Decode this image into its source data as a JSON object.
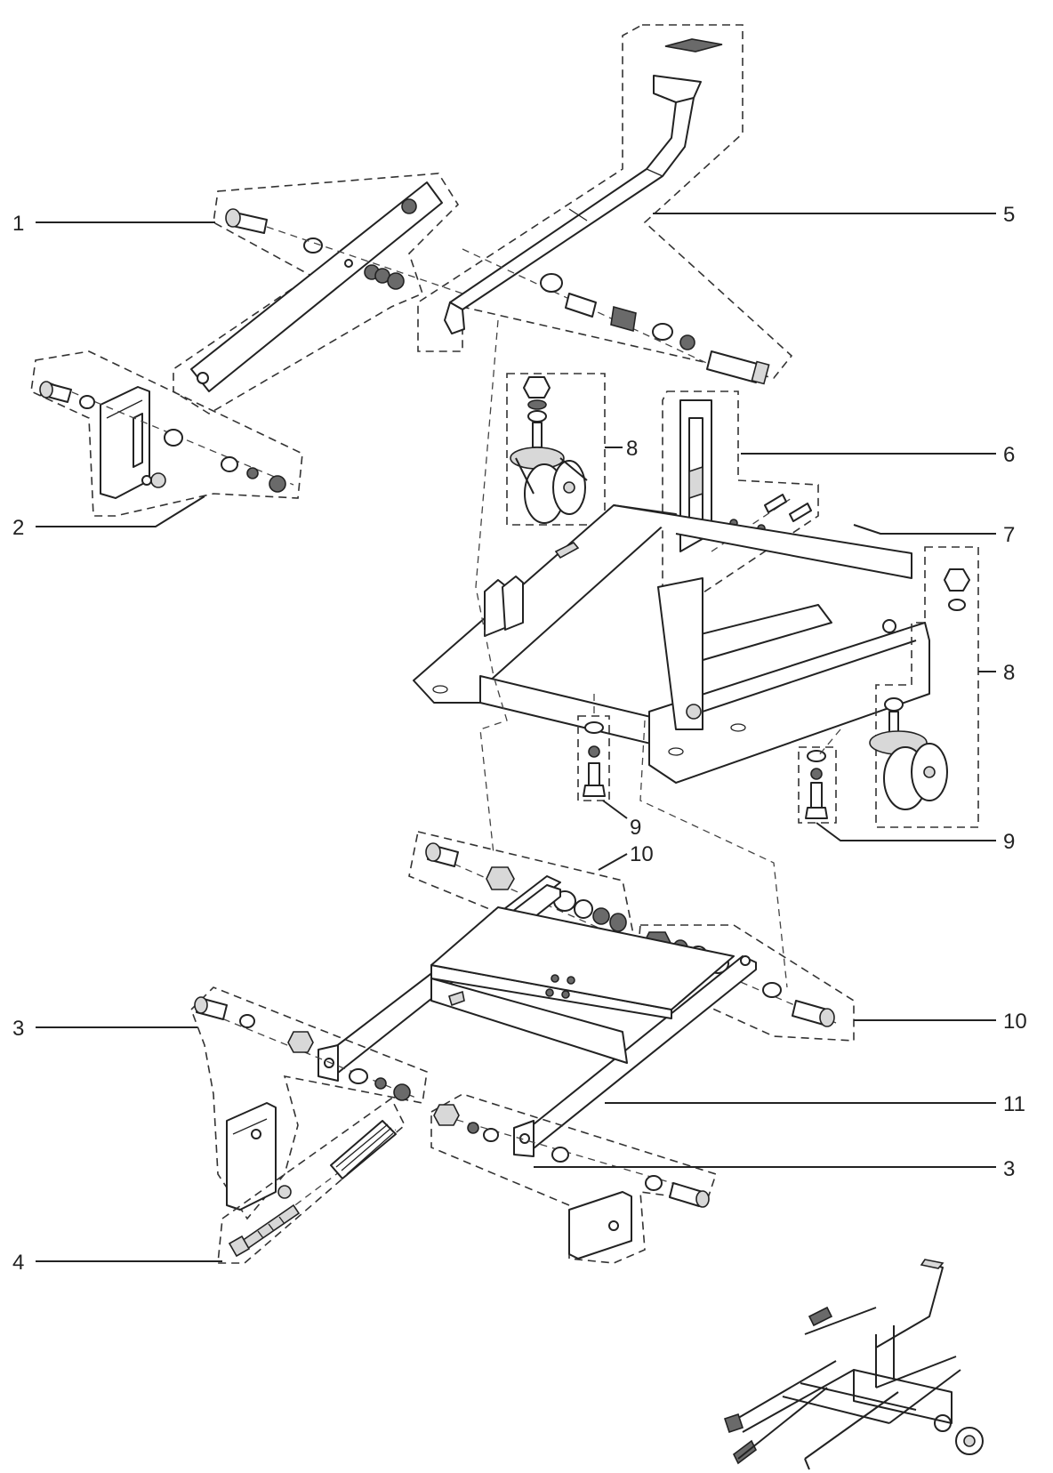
{
  "callouts": [
    {
      "id": "c1",
      "label": "1"
    },
    {
      "id": "c2",
      "label": "2"
    },
    {
      "id": "c3a",
      "label": "3"
    },
    {
      "id": "c3b",
      "label": "3"
    },
    {
      "id": "c4",
      "label": "4"
    },
    {
      "id": "c5",
      "label": "5"
    },
    {
      "id": "c6",
      "label": "6"
    },
    {
      "id": "c7",
      "label": "7"
    },
    {
      "id": "c8a",
      "label": "8"
    },
    {
      "id": "c8b",
      "label": "8"
    },
    {
      "id": "c9a",
      "label": "9"
    },
    {
      "id": "c9b",
      "label": "9"
    },
    {
      "id": "c10a",
      "label": "10"
    },
    {
      "id": "c10b",
      "label": "10"
    },
    {
      "id": "c11",
      "label": "11"
    }
  ]
}
